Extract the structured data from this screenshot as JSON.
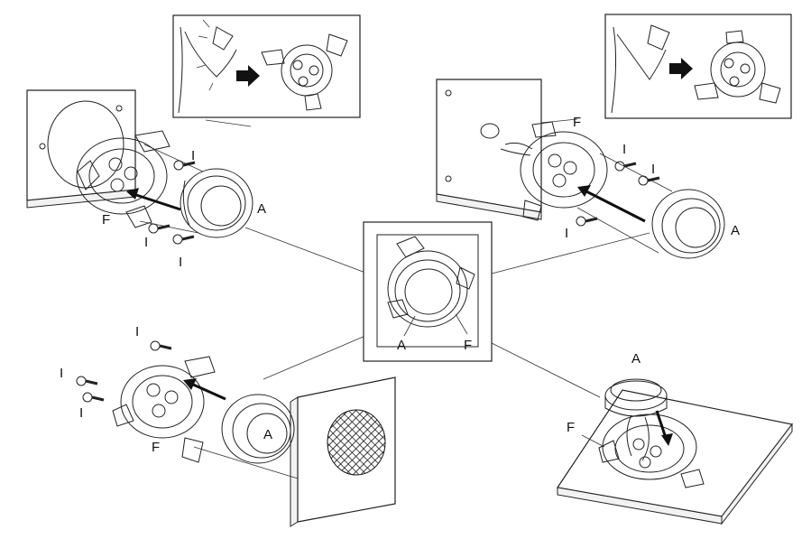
{
  "labels": {
    "knob": "A",
    "mount_plate": "F",
    "screw": "I"
  },
  "icons": {
    "arrow": "right-arrow-icon",
    "screw": "screw-icon",
    "knob": "knob-icon",
    "mount_ring": "mount-ring-icon",
    "wall_panel": "wall-panel-icon",
    "speaker_grille": "grille-icon"
  }
}
